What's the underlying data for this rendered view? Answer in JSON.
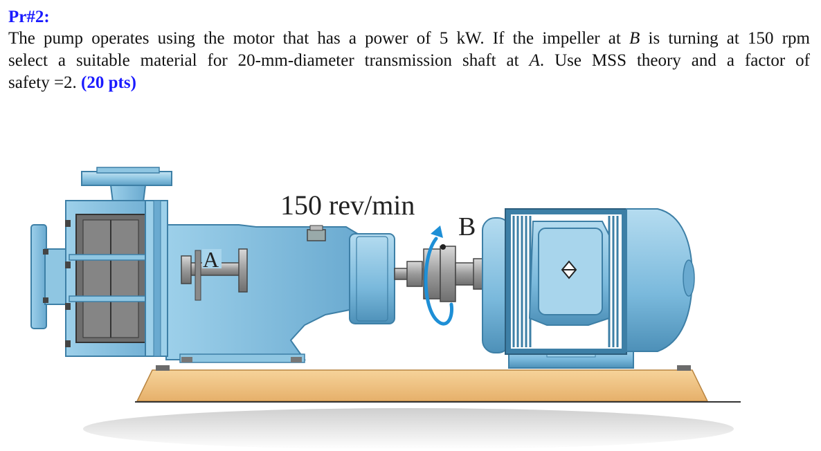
{
  "problem": {
    "title": "Pr#2:",
    "line1_a": "The pump operates using the motor that has a power of 5 kW. If the impeller at ",
    "line1_b": "B",
    "line1_c": " is turning at 150 rpm",
    "line2_a": "select a suitable material for 20-mm-diameter transmission shaft at ",
    "line2_b": "A",
    "line2_c": ". Use MSS theory and a factor of",
    "line3_a": "safety =2. ",
    "points": "(20 pts)"
  },
  "figure": {
    "speed_label": "150 rev/min",
    "label_b": "B",
    "label_a": "A"
  },
  "colors": {
    "title": "#1a1aff",
    "machine_blue": "#8fc6e2",
    "machine_dark": "#3d7fa6",
    "base": "#f3c88a",
    "arrow": "#1e8fd6"
  }
}
